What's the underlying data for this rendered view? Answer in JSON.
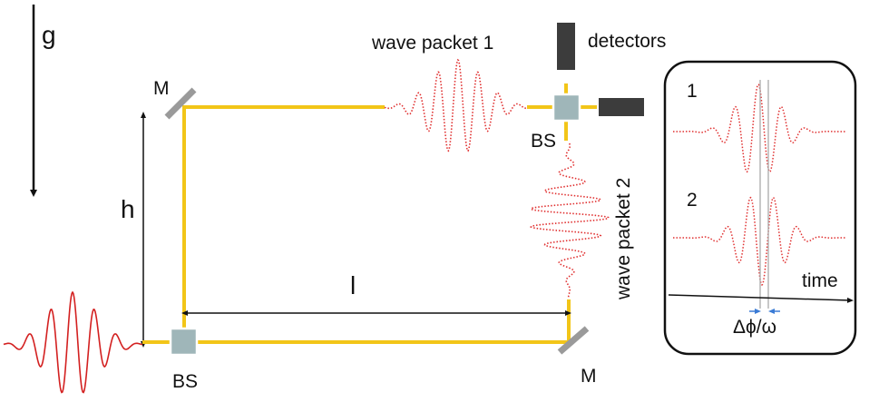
{
  "labels": {
    "gravity": "g",
    "height": "h",
    "length": "l",
    "mirror_top": "M",
    "mirror_bottom": "M",
    "beam_splitter_top": "BS",
    "beam_splitter_bottom": "BS",
    "wave_packet_1": "wave packet 1",
    "wave_packet_2": "wave packet 2",
    "detectors": "detectors"
  },
  "inset": {
    "trace_1_label": "1",
    "trace_2_label": "2",
    "time_axis_label": "time",
    "phase_shift_label": "Δϕ/ω"
  },
  "colors": {
    "beam": "#f2c518",
    "wave_solid": "#d32020",
    "wave_dotted": "#e03030",
    "beam_splitter": "#9fb6b9",
    "mirror": "#9a9a9a",
    "detector": "#3c3c3c",
    "axis": "#111111",
    "shift_arrow": "#3a7bd5"
  }
}
